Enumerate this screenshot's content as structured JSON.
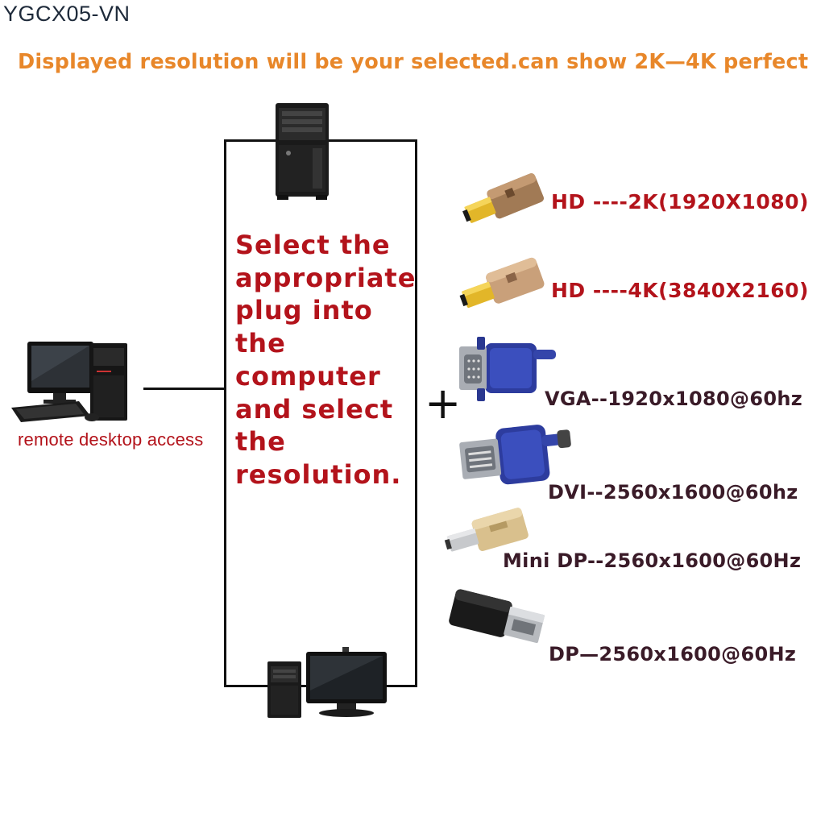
{
  "model_code": "YGCX05-VN",
  "headline": "Displayed resolution will be your selected.can show 2K—4K perfect",
  "instruction": "Select the\nappropriate\nplug into\nthe\ncomputer\nand select\nthe\nresolution.",
  "remote_label": "remote desktop access",
  "plus_symbol": "+",
  "plugs": [
    {
      "label": "HD  ----2K(1920X1080)",
      "icon": "hdmi-gold-plug-icon"
    },
    {
      "label": "HD  ----4K(3840X2160)",
      "icon": "hdmi-gold-plug-icon"
    },
    {
      "label": "VGA--1920x1080@60hz",
      "icon": "vga-plug-icon"
    },
    {
      "label": "DVI--2560x1600@60hz",
      "icon": "dvi-plug-icon"
    },
    {
      "label": "Mini DP--2560x1600@60Hz",
      "icon": "mini-displayport-plug-icon"
    },
    {
      "label": "DP—2560x1600@60Hz",
      "icon": "displayport-plug-icon"
    }
  ],
  "colors": {
    "headline": "#e8872a",
    "label_red": "#b3131b",
    "label_dark": "#3a1b28",
    "frame": "#111111"
  }
}
